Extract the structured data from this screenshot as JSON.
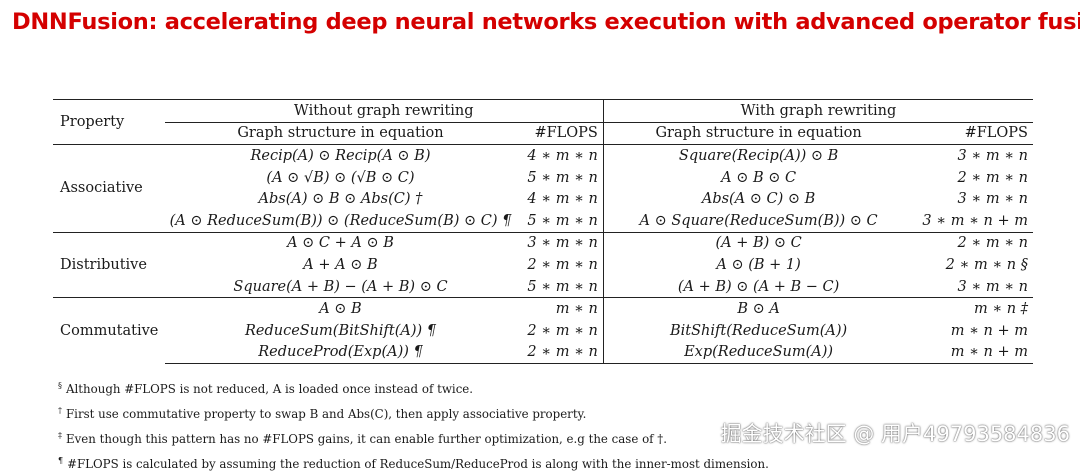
{
  "title": "DNNFusion: accelerating deep neural networks execution with advanced operator fusion.",
  "table": {
    "property_header": "Property",
    "without_header": "Without graph rewriting",
    "with_header": "With graph rewriting",
    "graph_structure_header": "Graph structure in equation",
    "flops_header": "#FLOPS",
    "groups": [
      {
        "property": "Associative",
        "rows": [
          {
            "without_eq": "Recip(A) ⊙ Recip(A ⊙ B)",
            "without_flops": "4 ∗ m ∗ n",
            "with_eq": "Square(Recip(A)) ⊙ B",
            "with_flops": "3 ∗ m ∗ n"
          },
          {
            "without_eq": "(A ⊙ √B) ⊙ (√B ⊙ C)",
            "without_flops": "5 ∗ m ∗ n",
            "with_eq": "A ⊙ B ⊙ C",
            "with_flops": "2 ∗ m ∗ n"
          },
          {
            "without_eq": "Abs(A) ⊙ B ⊙ Abs(C) †",
            "without_flops": "4 ∗ m ∗ n",
            "with_eq": "Abs(A ⊙ C) ⊙ B",
            "with_flops": "3 ∗ m ∗ n"
          },
          {
            "without_eq": "(A ⊙ ReduceSum(B)) ⊙ (ReduceSum(B) ⊙ C) ¶",
            "without_flops": "5 ∗ m ∗ n",
            "with_eq": "A ⊙ Square(ReduceSum(B)) ⊙ C",
            "with_flops": "3 ∗ m ∗ n + m"
          }
        ]
      },
      {
        "property": "Distributive",
        "rows": [
          {
            "without_eq": "A ⊙ C + A ⊙ B",
            "without_flops": "3 ∗ m ∗ n",
            "with_eq": "(A + B) ⊙ C",
            "with_flops": "2 ∗ m ∗ n"
          },
          {
            "without_eq": "A + A ⊙ B",
            "without_flops": "2 ∗ m ∗ n",
            "with_eq": "A ⊙ (B + 1)",
            "with_flops": "2 ∗ m ∗ n §"
          },
          {
            "without_eq": "Square(A + B) − (A + B) ⊙ C",
            "without_flops": "5 ∗ m ∗ n",
            "with_eq": "(A + B) ⊙ (A + B − C)",
            "with_flops": "3 ∗ m ∗ n"
          }
        ]
      },
      {
        "property": "Commutative",
        "rows": [
          {
            "without_eq": "A ⊙ B",
            "without_flops": "m ∗ n",
            "with_eq": "B ⊙ A",
            "with_flops": "m ∗ n ‡"
          },
          {
            "without_eq": "ReduceSum(BitShift(A)) ¶",
            "without_flops": "2 ∗ m ∗ n",
            "with_eq": "BitShift(ReduceSum(A))",
            "with_flops": "m ∗ n + m"
          },
          {
            "without_eq": "ReduceProd(Exp(A)) ¶",
            "without_flops": "2 ∗ m ∗ n",
            "with_eq": "Exp(ReduceSum(A))",
            "with_flops": "m ∗ n + m"
          }
        ]
      }
    ]
  },
  "footnotes": [
    {
      "mark": "§",
      "text": "Although #FLOPS is not reduced, A is loaded once instead of twice."
    },
    {
      "mark": "†",
      "text": "First use commutative property to swap B and Abs(C), then apply associative property."
    },
    {
      "mark": "‡",
      "text": "Even though this pattern has no #FLOPS gains, it can enable further optimization, e.g the case of †."
    },
    {
      "mark": "¶",
      "text": "#FLOPS is calculated by assuming the reduction of ReduceSum/ReduceProd is along with the inner-most dimension."
    }
  ],
  "watermark": "掘金技术社区 @ 用户49793584836"
}
